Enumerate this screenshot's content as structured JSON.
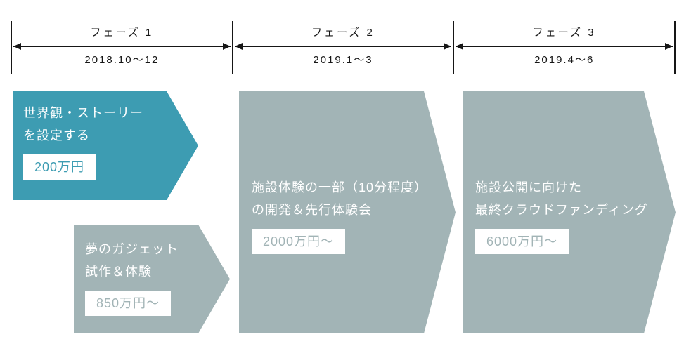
{
  "colors": {
    "teal": "#3d9cb2",
    "gray": "#a2b4b6",
    "ink": "#161616",
    "badge_background": "#ffffff"
  },
  "timeline": {
    "phases": [
      {
        "label": "フェーズ 1",
        "dates": "2018.10〜12"
      },
      {
        "label": "フェーズ 2",
        "dates": "2019.1〜3"
      },
      {
        "label": "フェーズ 3",
        "dates": "2019.4〜6"
      }
    ]
  },
  "blocks": [
    {
      "variant": "teal",
      "lines": [
        "世界観・ストーリー",
        "を設定する"
      ],
      "badge": "200万円"
    },
    {
      "variant": "gray",
      "lines": [
        "夢のガジェット",
        "試作＆体験"
      ],
      "badge": "850万円〜"
    },
    {
      "variant": "gray",
      "lines": [
        "施設体験の一部（10分程度）",
        "の開発＆先行体験会"
      ],
      "badge": "2000万円〜"
    },
    {
      "variant": "gray",
      "lines": [
        "施設公開に向けた",
        "最終クラウドファンディング"
      ],
      "badge": "6000万円〜"
    }
  ]
}
